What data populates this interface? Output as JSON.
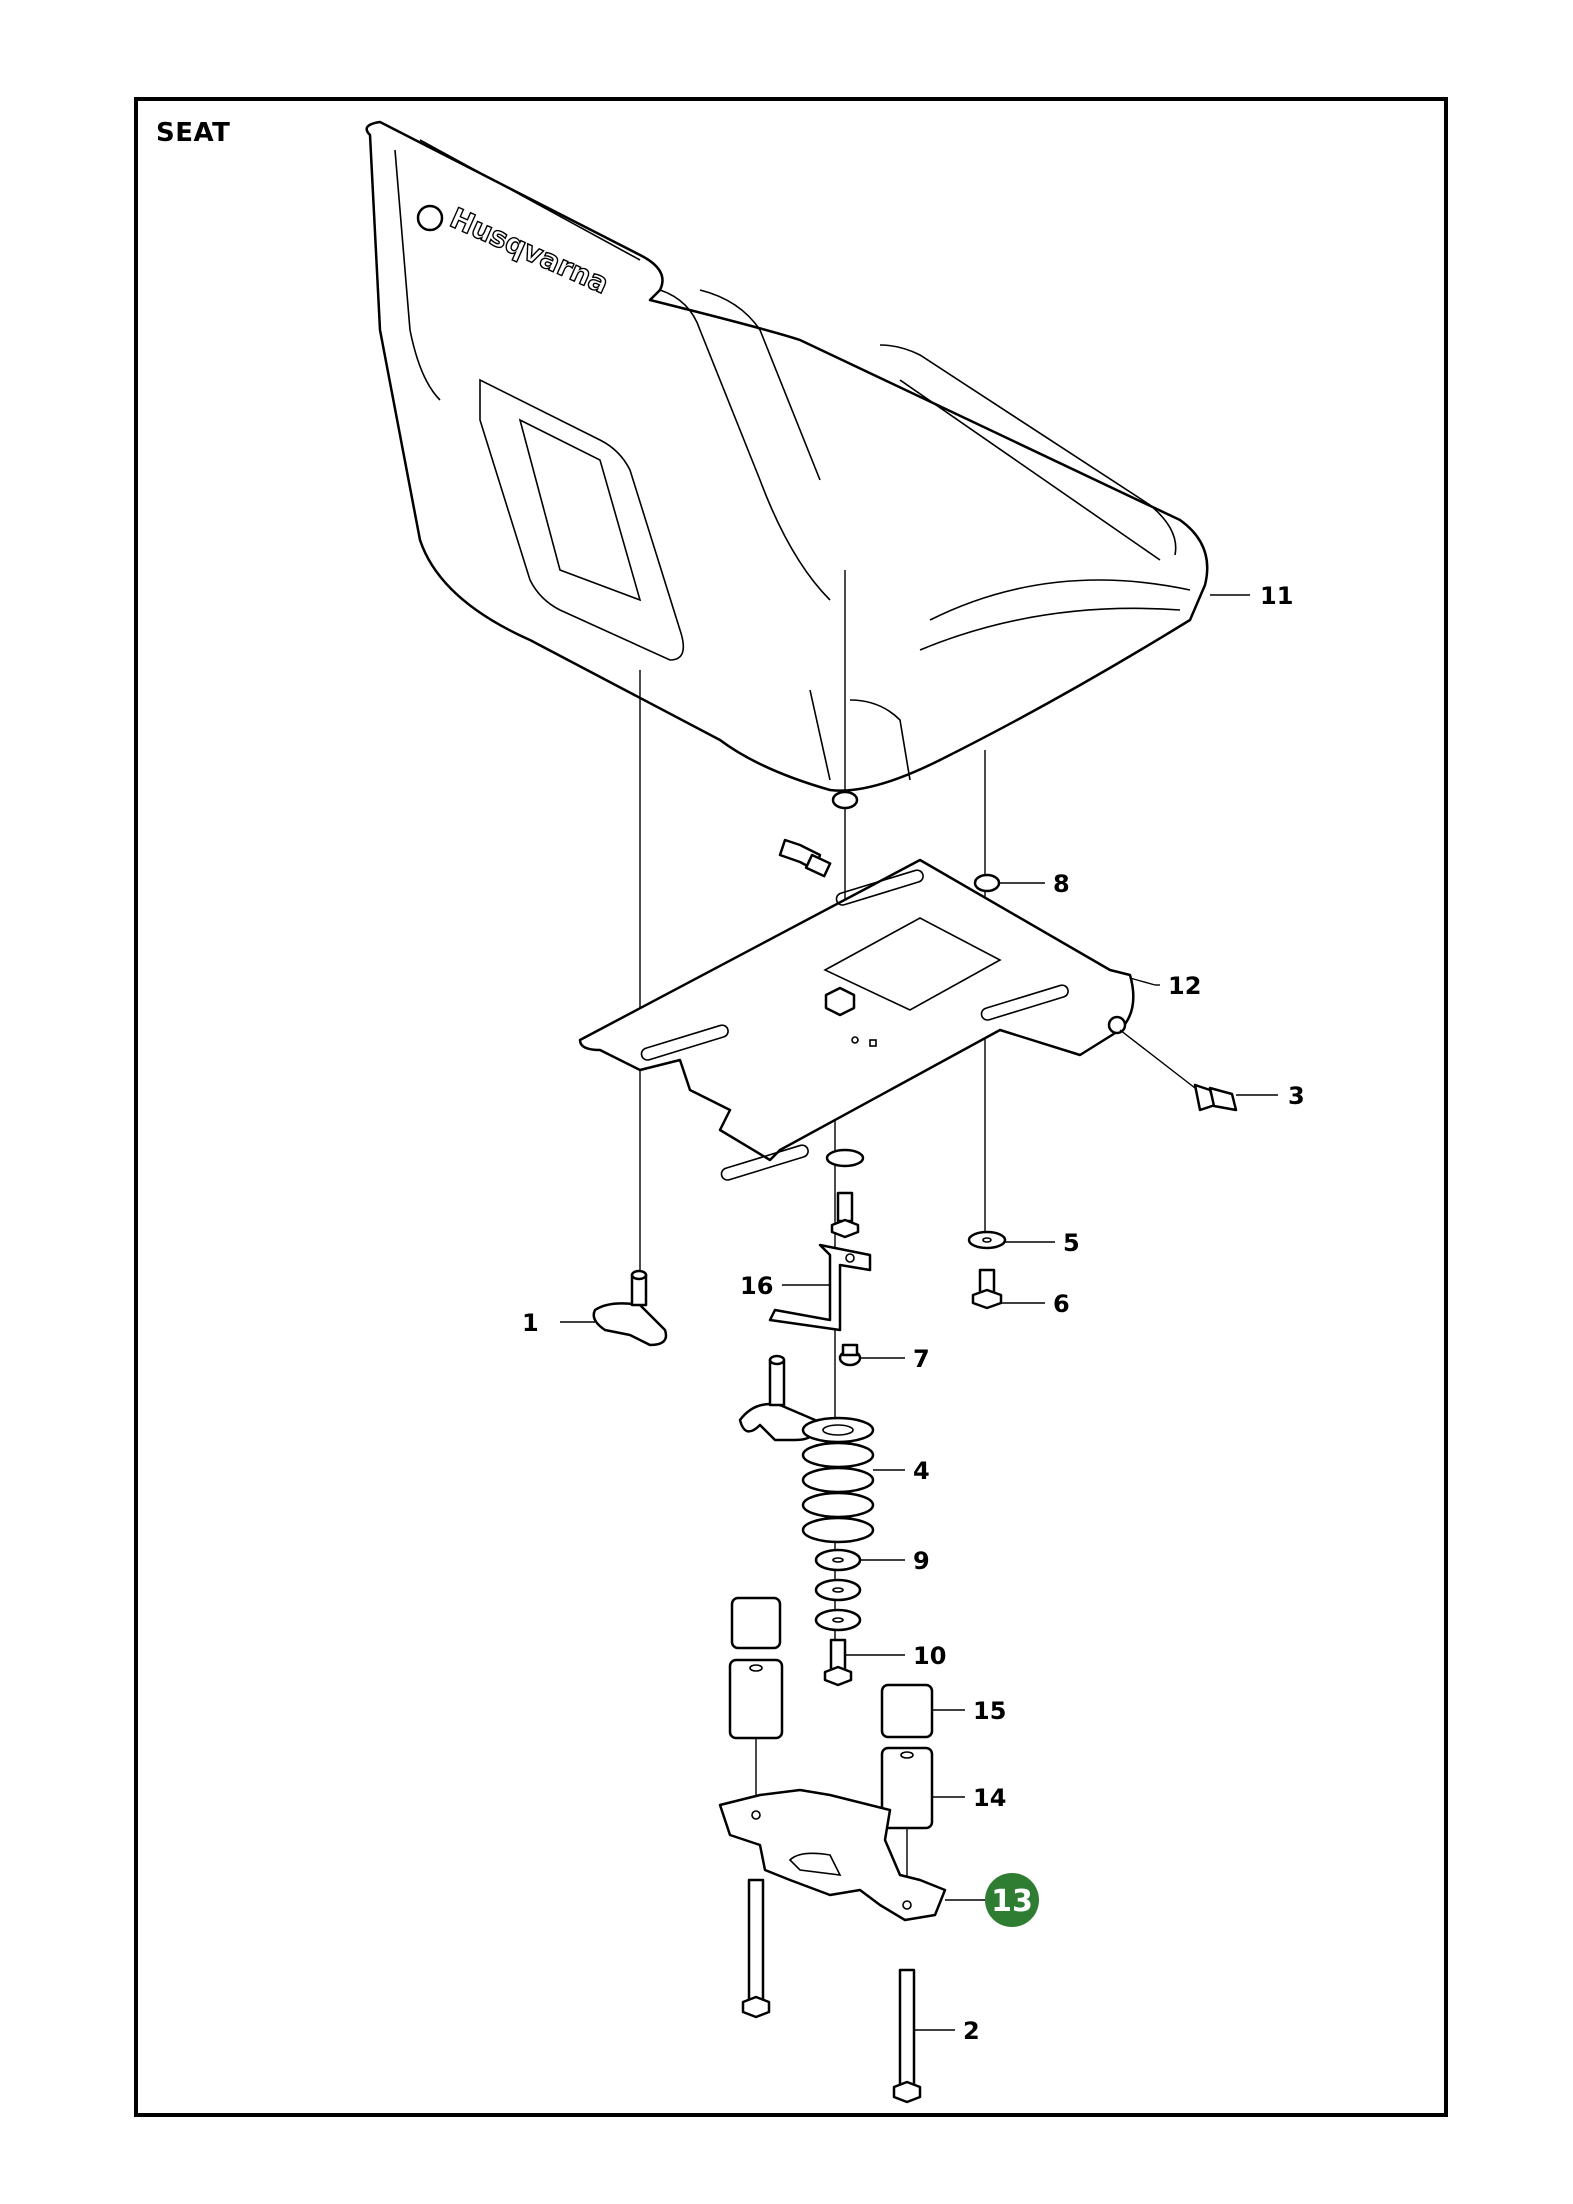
{
  "diagram": {
    "title": "SEAT",
    "brand": "Husqvarna",
    "highlight_color": "#2e7d32",
    "highlighted_part": "13",
    "callouts": [
      "1",
      "2",
      "3",
      "4",
      "5",
      "6",
      "7",
      "8",
      "9",
      "10",
      "11",
      "12",
      "14",
      "15",
      "16"
    ]
  }
}
